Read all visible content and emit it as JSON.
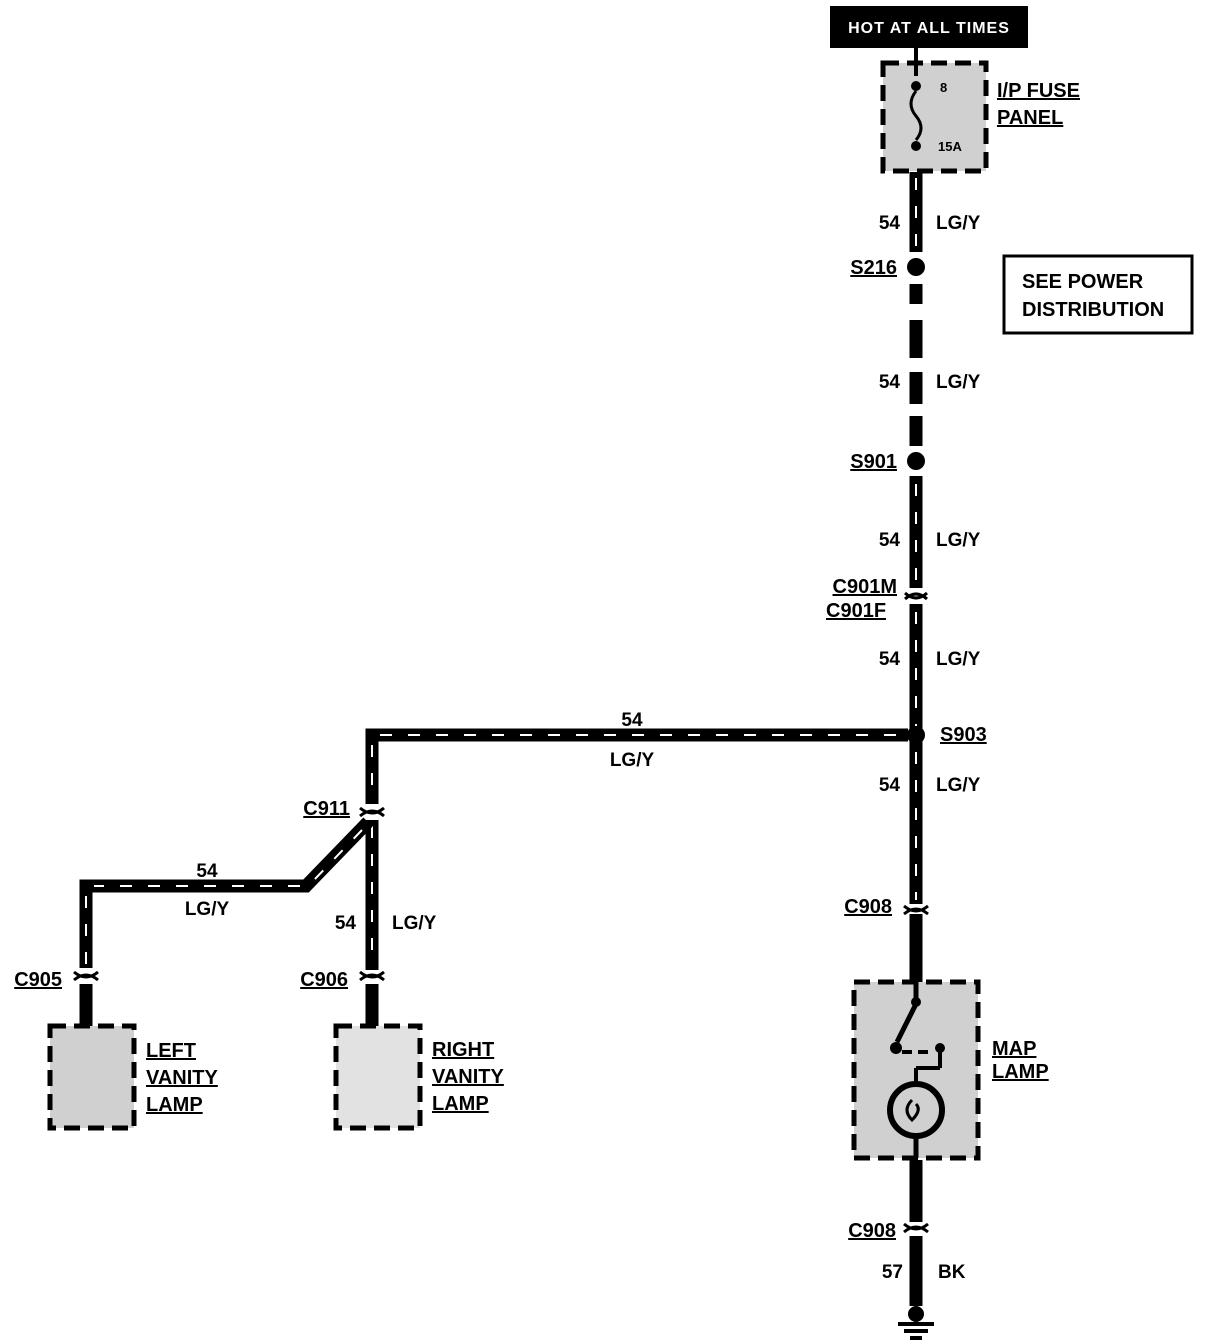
{
  "header": {
    "hot_label": "HOT AT ALL TIMES"
  },
  "fuse_panel": {
    "name_line1": "I/P FUSE",
    "name_line2": "PANEL",
    "fuse_number": "8",
    "fuse_rating": "15A"
  },
  "note": {
    "line1": "SEE POWER",
    "line2": "DISTRIBUTION"
  },
  "splices": {
    "s216": "S216",
    "s901": "S901",
    "s903": "S903"
  },
  "connectors": {
    "c901m": "C901M",
    "c901f": "C901F",
    "c911": "C911",
    "c905": "C905",
    "c906": "C906",
    "c908_top": "C908",
    "c908_bottom": "C908"
  },
  "wires": {
    "seg1": {
      "circuit": "54",
      "color": "LG/Y"
    },
    "seg2": {
      "circuit": "54",
      "color": "LG/Y"
    },
    "seg3": {
      "circuit": "54",
      "color": "LG/Y"
    },
    "seg4": {
      "circuit": "54",
      "color": "LG/Y"
    },
    "seg5": {
      "circuit": "54",
      "color": "LG/Y"
    },
    "branch": {
      "circuit": "54",
      "color": "LG/Y"
    },
    "left": {
      "circuit": "54",
      "color": "LG/Y"
    },
    "right": {
      "circuit": "54",
      "color": "LG/Y"
    },
    "ground": {
      "circuit": "57",
      "color": "BK"
    }
  },
  "components": {
    "left_lamp": {
      "line1": "LEFT",
      "line2": "VANITY",
      "line3": "LAMP"
    },
    "right_lamp": {
      "line1": "RIGHT",
      "line2": "VANITY",
      "line3": "LAMP"
    },
    "map_lamp": {
      "line1": "MAP",
      "line2": "LAMP"
    }
  }
}
